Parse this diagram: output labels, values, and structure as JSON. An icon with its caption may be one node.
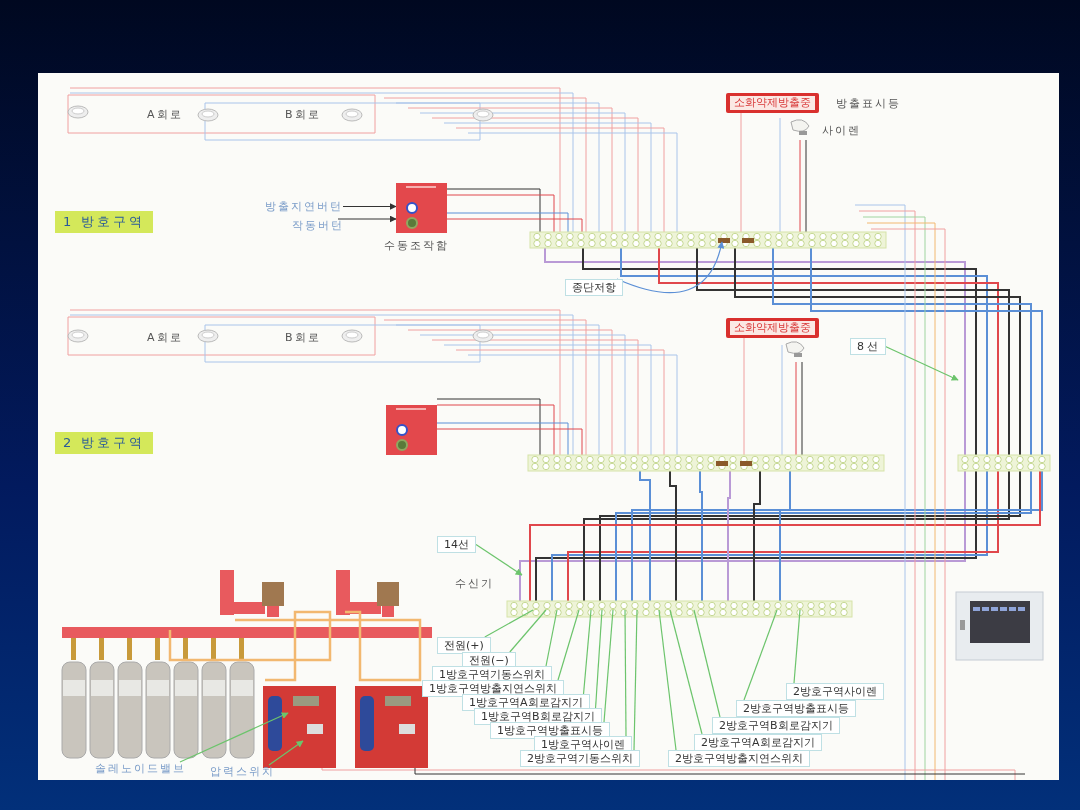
{
  "diagram": {
    "nodes": [
      {
        "text": [
          "소화약제방출중"
        ],
        "beside": [
          "방출표시등"
        ]
      },
      {
        "text": [
          "1 방호구역"
        ]
      },
      {
        "text": [
          "방출지연버턴"
        ]
      },
      {
        "text": [
          "작동버턴"
        ]
      },
      {
        "text": [
          "종단저항"
        ]
      },
      {
        "text": [
          "소화약제방출중"
        ]
      },
      {
        "text": [
          "8 선"
        ]
      },
      {
        "text": [
          "2 방호구역"
        ]
      },
      {
        "text": [
          "14선"
        ]
      },
      {
        "text": [
          "전원(+)"
        ]
      },
      {
        "text": [
          "전원(−)"
        ]
      },
      {
        "text": [
          "1방호구역기동스위치"
        ]
      },
      {
        "text": [
          "1방호구역방출지연스위치"
        ]
      },
      {
        "text": [
          "1방호구역A회로감지기"
        ]
      },
      {
        "text": [
          "1방호구역B회로감지기"
        ]
      },
      {
        "text": [
          "1방호구역방출표시등"
        ]
      },
      {
        "text": [
          "1방호구역사이렌"
        ]
      },
      {
        "text": [
          "2방호구역기동스위치"
        ]
      },
      {
        "text": [
          "2방호구역방출지연스위치"
        ]
      },
      {
        "text": [
          "2방호구역A회로감지기"
        ]
      },
      {
        "text": [
          "2방호구역B회로감지기"
        ]
      },
      {
        "text": [
          "2방호구역방출표시등"
        ]
      },
      {
        "text": [
          "2방호구역사이렌"
        ]
      },
      {
        "text": [
          "솔레노이드밸브"
        ]
      },
      {
        "text": [
          "압력스위치"
        ]
      },
      {
        "text": [],
        "shape": "box",
        "beside": [
          "수동조작함"
        ]
      },
      {
        "text": [],
        "shape": "box"
      }
    ],
    "edges": [
      {
        "from": 2,
        "to": 25,
        "arrow": "to",
        "color": "#333333"
      },
      {
        "from": 3,
        "to": 25,
        "arrow": "to",
        "color": "#333333"
      },
      {
        "from": 4,
        "to": null,
        "arrow": "to",
        "color": "#5b8fd6"
      },
      {
        "from": 6,
        "to": null,
        "arrow": "to"
      },
      {
        "from": 8,
        "to": null,
        "arrow": "to"
      },
      {
        "from": 9,
        "to": null,
        "arrow": "none"
      },
      {
        "from": 10,
        "to": null,
        "arrow": "none"
      },
      {
        "from": 11,
        "to": null,
        "arrow": "none"
      },
      {
        "from": 12,
        "to": null,
        "arrow": "none"
      },
      {
        "from": 13,
        "to": null,
        "arrow": "none"
      },
      {
        "from": 14,
        "to": null,
        "arrow": "none"
      },
      {
        "from": 15,
        "to": null,
        "arrow": "none"
      },
      {
        "from": 16,
        "to": null,
        "arrow": "none"
      },
      {
        "from": 17,
        "to": null,
        "arrow": "none"
      },
      {
        "from": 18,
        "to": null,
        "arrow": "none"
      },
      {
        "from": 19,
        "to": null,
        "arrow": "none"
      },
      {
        "from": 20,
        "to": null,
        "arrow": "none"
      },
      {
        "from": 21,
        "to": null,
        "arrow": "none"
      },
      {
        "from": 22,
        "to": null,
        "arrow": "none"
      },
      {
        "from": 23,
        "to": null,
        "arrow": "to"
      },
      {
        "from": 24,
        "to": null,
        "arrow": "to"
      }
    ],
    "labels": [
      "A회로",
      "B회로",
      "사이렌",
      "A회로",
      "B회로",
      "수신기"
    ]
  }
}
